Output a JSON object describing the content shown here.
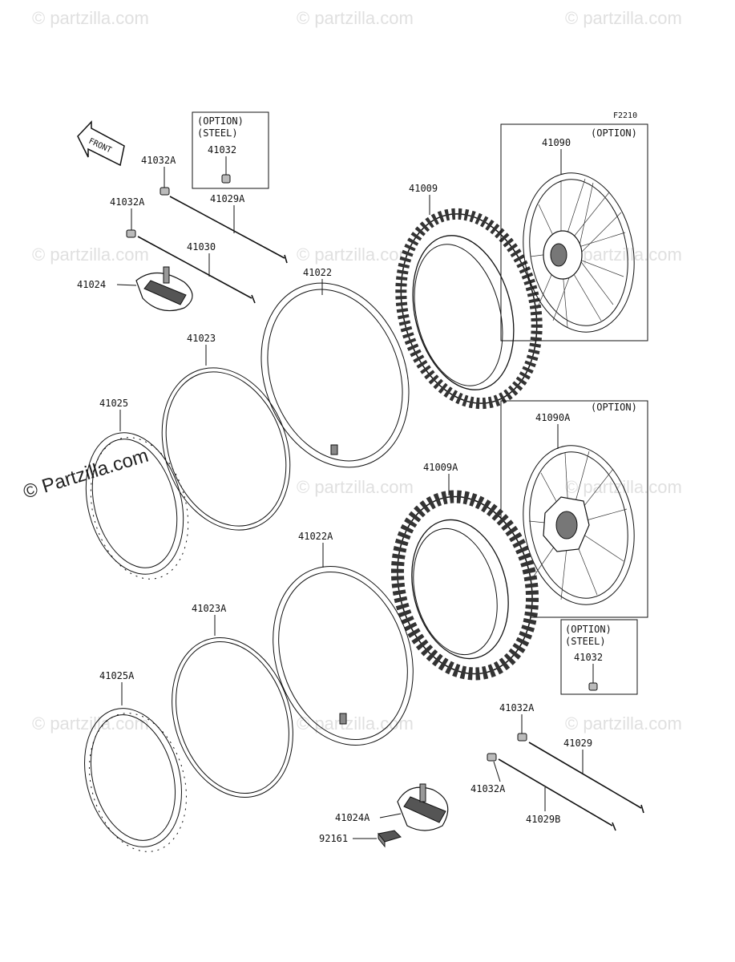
{
  "figure_code": "F2210",
  "watermark": "© Partzilla.com",
  "watermark_short": "© partzilla.com",
  "front_label": "FRONT",
  "option_front_spoke": {
    "line1": "(OPTION)",
    "line2": "(STEEL)",
    "part": "41032"
  },
  "option_rear_spoke": {
    "line1": "(OPTION)",
    "line2": "(STEEL)",
    "part": "41032"
  },
  "option_front_wheel": {
    "tag": "(OPTION)",
    "part": "41090"
  },
  "option_rear_wheel": {
    "tag": "(OPTION)",
    "part": "41090A"
  },
  "parts": {
    "p41032A_1": "41032A",
    "p41032A_2": "41032A",
    "p41032A_3": "41032A",
    "p41032A_4": "41032A",
    "p41029A": "41029A",
    "p41030": "41030",
    "p41024": "41024",
    "p41022": "41022",
    "p41023": "41023",
    "p41025": "41025",
    "p41009": "41009",
    "p41009A": "41009A",
    "p41022A": "41022A",
    "p41023A": "41023A",
    "p41025A": "41025A",
    "p41024A": "41024A",
    "p92161": "92161",
    "p41029": "41029",
    "p41029B": "41029B"
  }
}
